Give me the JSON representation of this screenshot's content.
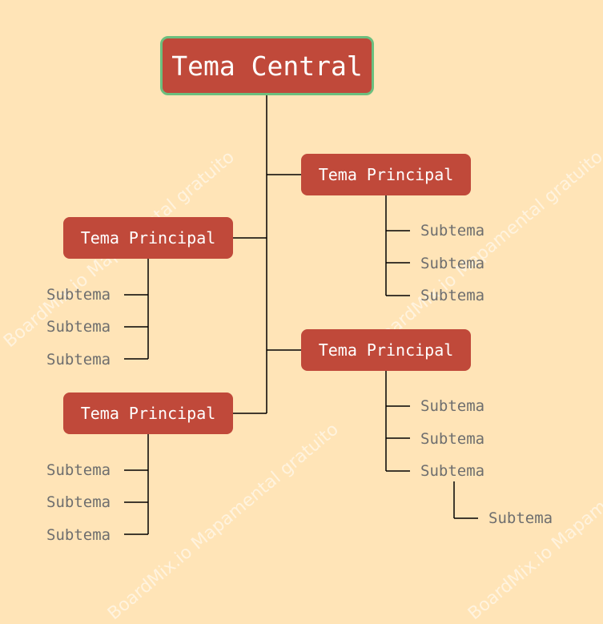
{
  "central": {
    "label": "Tema Central"
  },
  "watermark": {
    "text": "BoardMix.io Mapamental gratuito"
  },
  "branches": [
    {
      "label": "Tema Principal",
      "subtopics": [
        "Subtema",
        "Subtema",
        "Subtema"
      ]
    },
    {
      "label": "Tema Principal",
      "subtopics": [
        "Subtema",
        "Subtema",
        "Subtema"
      ]
    },
    {
      "label": "Tema Principal",
      "subtopics": [
        "Subtema",
        "Subtema",
        "Subtema"
      ],
      "nested": [
        "Subtema"
      ]
    },
    {
      "label": "Tema Principal",
      "subtopics": [
        "Subtema",
        "Subtema",
        "Subtema"
      ]
    }
  ],
  "colors": {
    "background": "#FFE4B7",
    "node": "#C0493A",
    "central_border": "#6CBF7E",
    "line": "#000000",
    "subtopic_text": "#6E6E6E"
  }
}
